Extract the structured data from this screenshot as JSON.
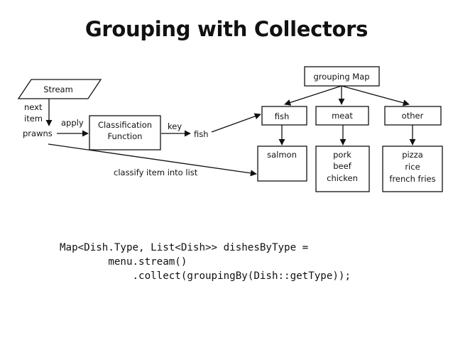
{
  "title": "Grouping with Collectors",
  "diagram": {
    "stream": "Stream",
    "next_item_line1": "next",
    "next_item_line2": "item",
    "prawns": "prawns",
    "apply": "apply",
    "classification_line1": "Classification",
    "classification_line2": "Function",
    "key": "key",
    "fish_key": "fish",
    "grouping_map": "grouping Map",
    "categories": [
      "fish",
      "meat",
      "other"
    ],
    "lists": [
      [
        "salmon"
      ],
      [
        "pork",
        "beef",
        "chicken"
      ],
      [
        "pizza",
        "rice",
        "french fries"
      ]
    ],
    "classify_label": "classify item into list"
  },
  "code": {
    "line1": "Map<Dish.Type, List<Dish>> dishesByType =",
    "line2": "        menu.stream()",
    "line3": "            .collect(groupingBy(Dish::getType));"
  }
}
